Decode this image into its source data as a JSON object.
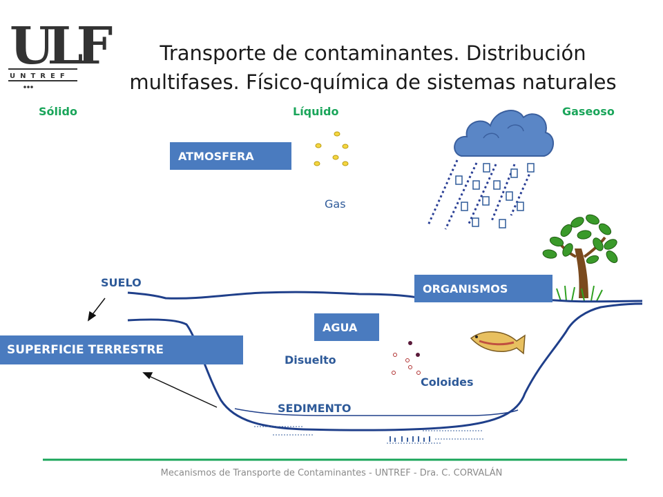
{
  "logo": {
    "letters": "ULF",
    "sub": "UNTREF"
  },
  "title": {
    "line1": "Transporte de contaminantes. Distribución",
    "line2": "multifases. Físico-química de sistemas naturales"
  },
  "phases": {
    "solid": "Sólido",
    "liquid": "Líquido",
    "gas": "Gaseoso"
  },
  "boxes": {
    "atmosfera": "ATMOSFERA",
    "organismos": "ORGANISMOS",
    "agua": "AGUA",
    "superficie": "SUPERFICIE TERRESTRE"
  },
  "labels": {
    "gas": "Gas",
    "suelo": "SUELO",
    "disuelto": "Disuelto",
    "coloides": "Coloides",
    "sedimento": "SEDIMENTO"
  },
  "footer": "Mecanismos de Transporte de Contaminantes  -  UNTREF - Dra. C. CORVALÁN",
  "colors": {
    "box": "#4a7bbf",
    "phase": "#1aa55a",
    "label": "#2e5a99",
    "line": "#1f3f8a",
    "footer_rule": "#1aa55a"
  }
}
